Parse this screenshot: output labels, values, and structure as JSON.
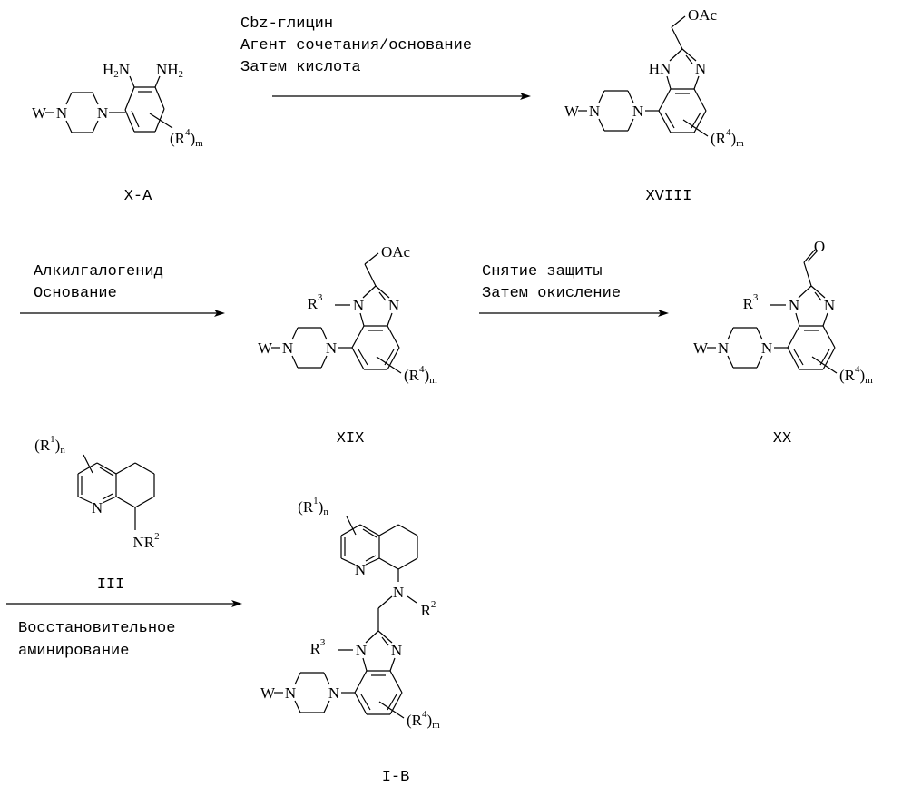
{
  "compounds": {
    "xa": "X-A",
    "xviii": "XVIII",
    "xix": "XIX",
    "xx": "XX",
    "iii": "III",
    "ib": "I-B"
  },
  "steps": [
    {
      "lines": [
        "Cbz-глицин",
        "Агент сочетания/основание",
        "Затем кислота"
      ]
    },
    {
      "lines": [
        "Алкилгалогенид",
        "Основание"
      ]
    },
    {
      "lines": [
        "Снятие защиты",
        "Затем окисление"
      ]
    },
    {
      "lines": [
        "Восстановительное",
        "аминирование"
      ]
    }
  ],
  "atoms": {
    "W": "W",
    "N": "N",
    "HN": "HN",
    "H": "H",
    "NH": "NH",
    "R": "R",
    "NR": "NR",
    "OAc": "OAc",
    "O": "O",
    "m": "m",
    "n": "n",
    "s1": "1",
    "s2": "2",
    "s3": "3",
    "s4": "4",
    "lp": "(",
    "rp": ")"
  }
}
